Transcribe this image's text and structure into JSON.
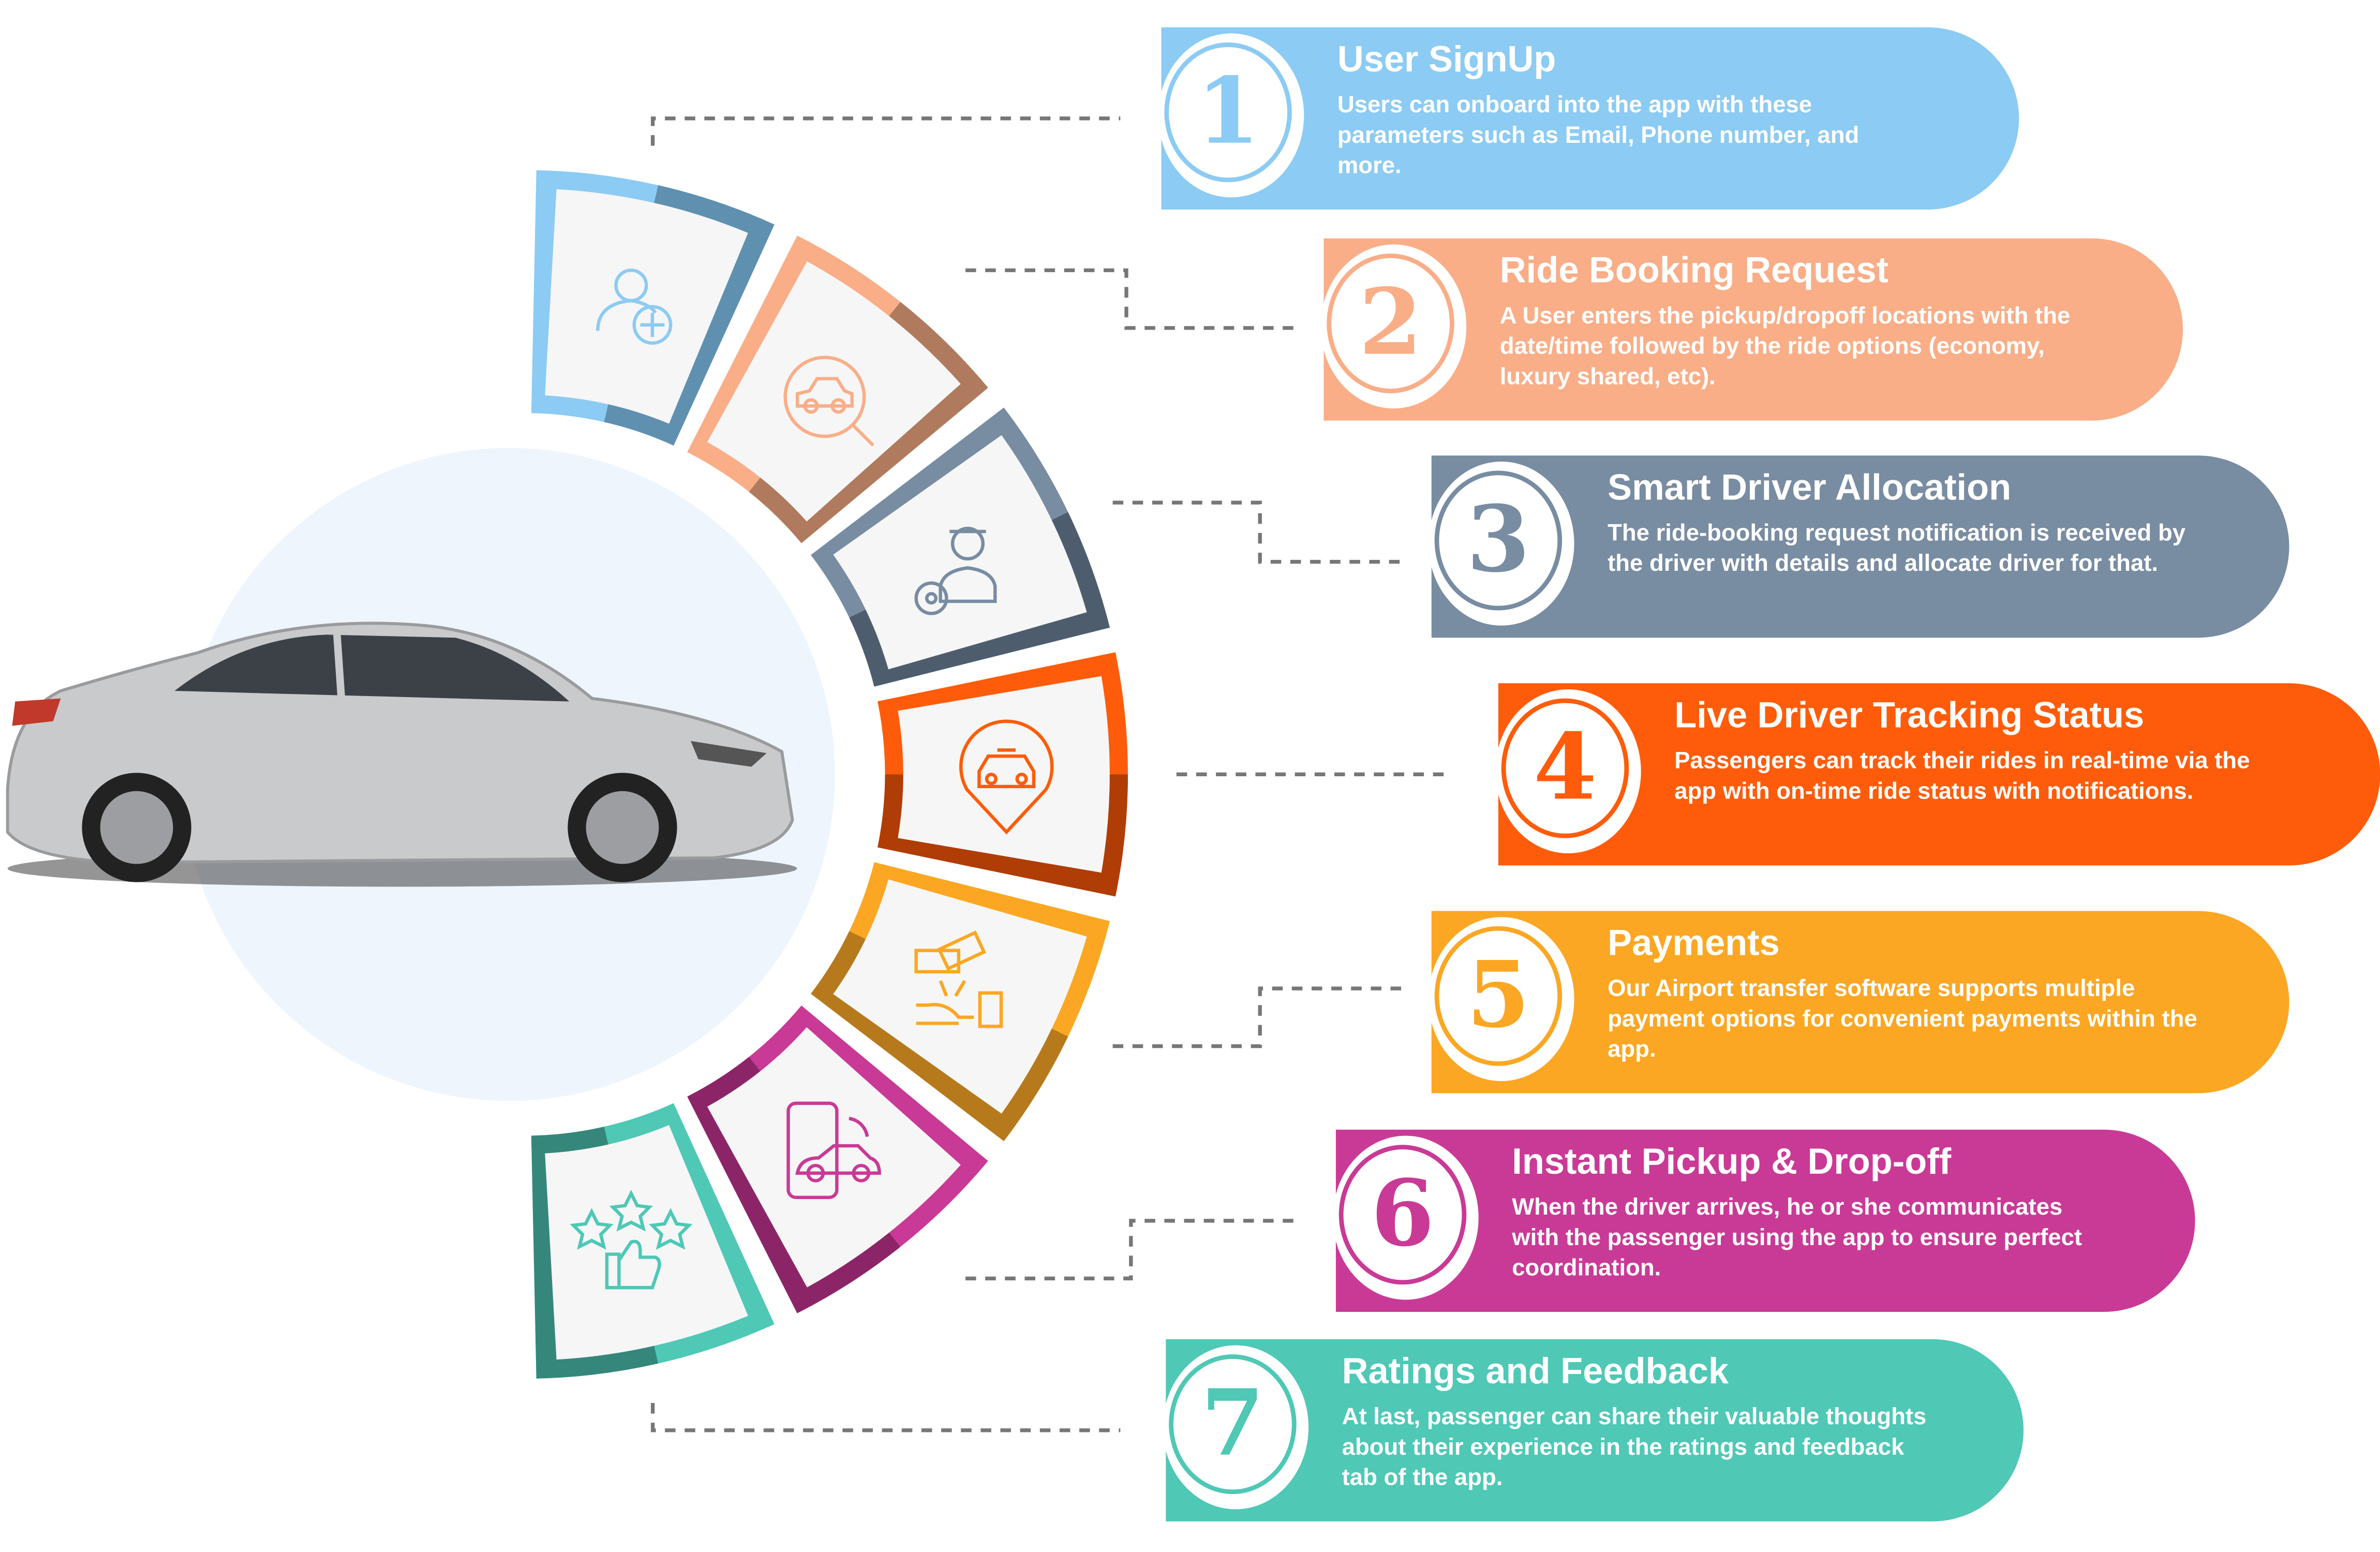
{
  "steps": [
    {
      "number": "1",
      "title": "User SignUp",
      "description": "Users can onboard into the app with these parameters such as Email, Phone number, and more.",
      "color": "#8ccbf3",
      "dark": "#5f90b0",
      "icon": "user-add-icon"
    },
    {
      "number": "2",
      "title": "Ride Booking Request",
      "description": "A User enters the pickup/dropoff locations with the date/time followed by the ride options (economy, luxury shared, etc).",
      "color": "#f9ae88",
      "dark": "#b07a5e",
      "icon": "car-search-icon"
    },
    {
      "number": "3",
      "title": "Smart Driver Allocation",
      "description": "The ride-booking request notification is received by the driver with details and allocate driver for that.",
      "color": "#788ca2",
      "dark": "#4e5d6e",
      "icon": "driver-icon"
    },
    {
      "number": "4",
      "title": "Live Driver Tracking Status",
      "description": "Passengers can track their rides in real-time via the app with on-time ride status with notifications.",
      "color": "#fe5c0a",
      "dark": "#b03d05",
      "icon": "taxi-location-icon"
    },
    {
      "number": "5",
      "title": "Payments",
      "description": "Our Airport transfer software supports multiple payment options for convenient payments within the app.",
      "color": "#fba723",
      "dark": "#b67a1c",
      "icon": "payment-icon"
    },
    {
      "number": "6",
      "title": "Instant Pickup & Drop-off",
      "description": "When the driver arrives, he or she communicates with the passenger using the app to ensure perfect coordination.",
      "color": "#c93a96",
      "dark": "#8c2568",
      "icon": "phone-car-icon"
    },
    {
      "number": "7",
      "title": "Ratings and Feedback",
      "description": "At last, passenger can share their valuable thoughts about their experience in the ratings and feedback tab of the app.",
      "color": "#4fc8b6",
      "dark": "#35877b",
      "icon": "rating-thumbs-up-icon"
    }
  ]
}
